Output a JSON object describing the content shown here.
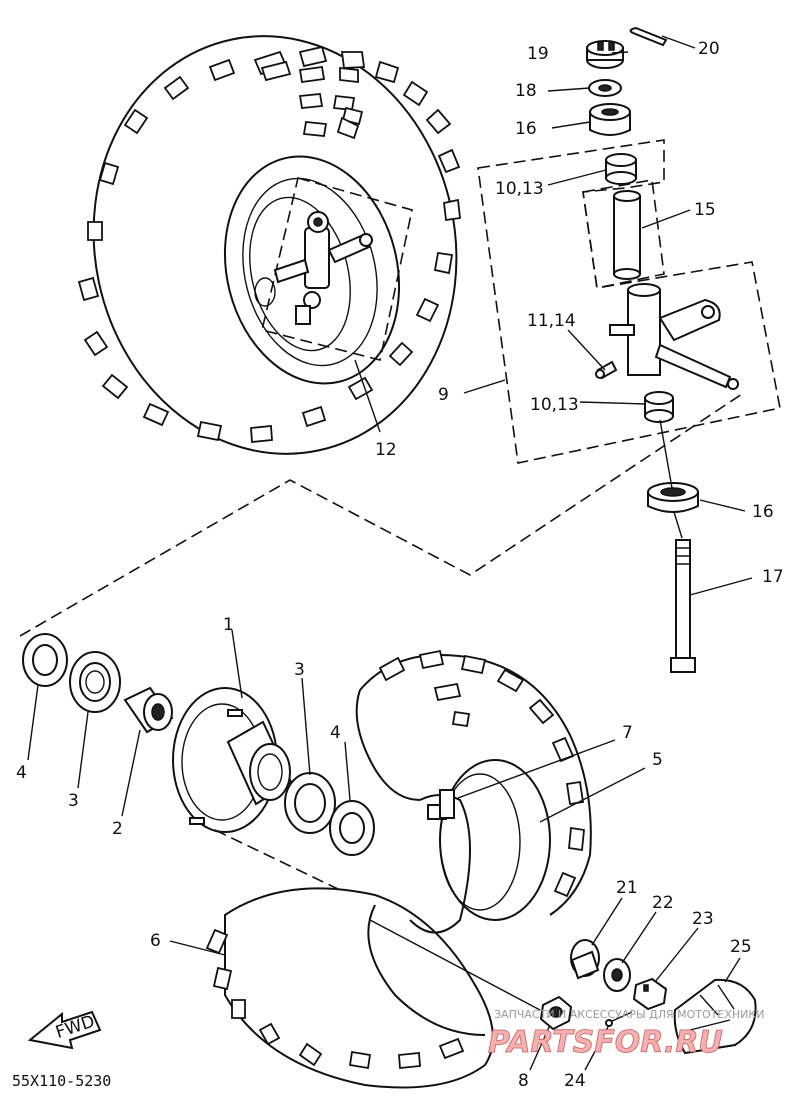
{
  "diagram": {
    "code": "55X110-5230",
    "fwd_label": "FWD",
    "watermark_text": "ЗАПЧАСТИ И АКСЕССУАРЫ ДЛЯ МОТОТЕХНИКИ",
    "watermark_brand": "PARTSFOR.RU",
    "callouts": [
      {
        "id": "c1",
        "text": "1"
      },
      {
        "id": "c2",
        "text": "2"
      },
      {
        "id": "c3a",
        "text": "3"
      },
      {
        "id": "c3b",
        "text": "3"
      },
      {
        "id": "c4a",
        "text": "4"
      },
      {
        "id": "c4b",
        "text": "4"
      },
      {
        "id": "c5",
        "text": "5"
      },
      {
        "id": "c6",
        "text": "6"
      },
      {
        "id": "c7",
        "text": "7"
      },
      {
        "id": "c8",
        "text": "8"
      },
      {
        "id": "c9",
        "text": "9"
      },
      {
        "id": "c10a",
        "text": "10,13"
      },
      {
        "id": "c10b",
        "text": "10,13"
      },
      {
        "id": "c11",
        "text": "11,14"
      },
      {
        "id": "c12",
        "text": "12"
      },
      {
        "id": "c15",
        "text": "15"
      },
      {
        "id": "c16a",
        "text": "16"
      },
      {
        "id": "c16b",
        "text": "16"
      },
      {
        "id": "c17",
        "text": "17"
      },
      {
        "id": "c18",
        "text": "18"
      },
      {
        "id": "c19",
        "text": "19"
      },
      {
        "id": "c20",
        "text": "20"
      },
      {
        "id": "c21",
        "text": "21"
      },
      {
        "id": "c22",
        "text": "22"
      },
      {
        "id": "c23",
        "text": "23"
      },
      {
        "id": "c24",
        "text": "24"
      },
      {
        "id": "c25",
        "text": "25"
      }
    ]
  }
}
